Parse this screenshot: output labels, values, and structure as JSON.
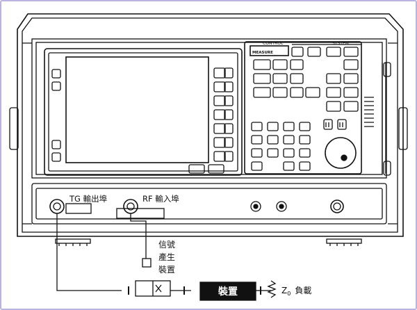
{
  "panel": {
    "control_label": "CONTROL",
    "system_label": "SYSTEM",
    "measure_label": "MEASURE"
  },
  "ports": {
    "tg_label": "TG 輸出埠",
    "rf_label": "RF 輸入埠"
  },
  "setup": {
    "signal_device_label": "信號產生裝置",
    "signal_device_lines": [
      "信號",
      "產生",
      "裝置"
    ],
    "dut_label": "裝置",
    "load_prefix": "Z",
    "load_subscript": "0",
    "load_suffix": "負載"
  },
  "colors": {
    "line": "#111111",
    "frame_border": "#b8b3e3",
    "device_fill": "#111111",
    "device_text": "#ffffff"
  }
}
